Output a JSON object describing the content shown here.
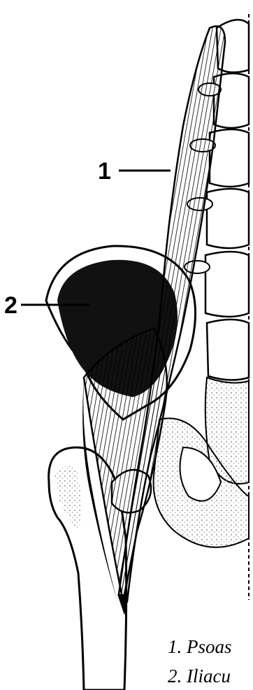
{
  "diagram": {
    "callouts": [
      {
        "id": "1",
        "label": "1"
      },
      {
        "id": "2",
        "label": "2"
      }
    ],
    "legend": [
      {
        "number": "1.",
        "text": "Psoas"
      },
      {
        "number": "2.",
        "text": "Iliacu"
      }
    ]
  },
  "colors": {
    "ink": "#000000",
    "paper": "#ffffff",
    "stipple": "#9a9a9a"
  }
}
